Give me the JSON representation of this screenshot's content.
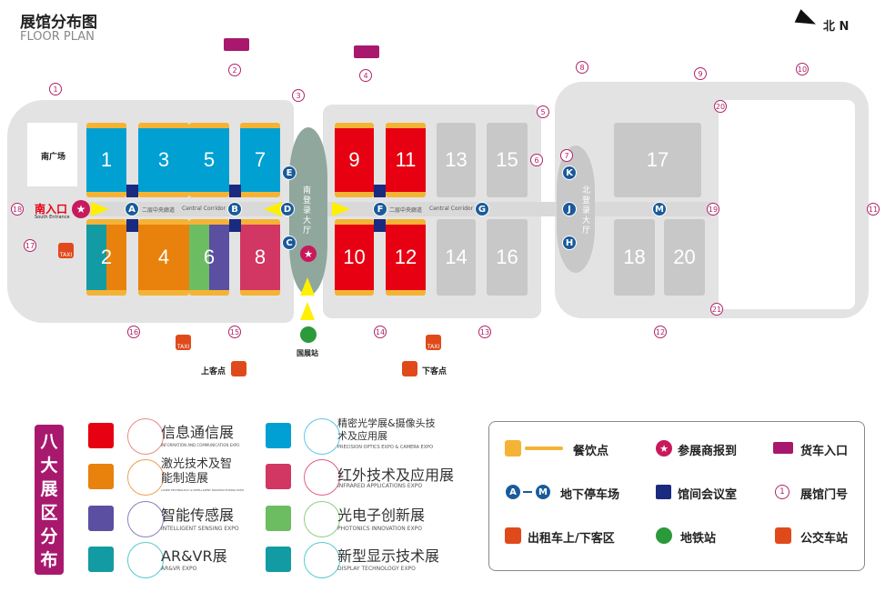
{
  "header": {
    "title": "展馆分布图",
    "subtitle": "FLOOR PLAN",
    "compass": "北 N"
  },
  "halls": {
    "h1": "1",
    "h2": "2",
    "h3": "3",
    "h4": "4",
    "h5": "5",
    "h6": "6",
    "h7": "7",
    "h8": "8",
    "h9": "9",
    "h10": "10",
    "h11": "11",
    "h12": "12",
    "h13": "13",
    "h14": "14",
    "h15": "15",
    "h16": "16",
    "h17": "17",
    "h18": "18",
    "h20": "20"
  },
  "places": {
    "south_plaza": "南广场",
    "south_entrance": "南入口",
    "south_entrance_en": "South Entrance",
    "south_lobby": "南登录大厅",
    "north_lobby": "北登录大厅",
    "corridor_cn": "二层中央廊道",
    "corridor_en": "Central Corridor",
    "metro_station": "国展站",
    "pickup": "上客点",
    "dropoff": "下客点",
    "taxi": "TAXI"
  },
  "parking": [
    "A",
    "B",
    "C",
    "D",
    "E",
    "F",
    "G",
    "H",
    "J",
    "K",
    "M"
  ],
  "gates": [
    "1",
    "2",
    "3",
    "4",
    "5",
    "6",
    "7",
    "8",
    "9",
    "10",
    "11",
    "12",
    "13",
    "14",
    "15",
    "16",
    "17",
    "18",
    "19",
    "20",
    "21"
  ],
  "zones_title": "八大展区分布",
  "zones": [
    {
      "cn": "信息通信展",
      "en": "INFORMATION AND COMMUNICATION EXPO",
      "color": "#e60012"
    },
    {
      "cn": "激光技术及智能制造展",
      "en": "LASER TECHNOLOGY & INTELLIGENT MANUFACTURING EXPO",
      "color": "#e8820c"
    },
    {
      "cn": "智能传感展",
      "en": "INTELLIGENT SENSING EXPO",
      "color": "#5a4fa0"
    },
    {
      "cn": "AR&VR展",
      "en": "AR&VR EXPO",
      "color": "#139ba3"
    },
    {
      "cn": "精密光学展&摄像头技术及应用展",
      "en": "PRECISION OPTICS EXPO & CAMERA EXPO",
      "color": "#00a0d3"
    },
    {
      "cn": "红外技术及应用展",
      "en": "INFRARED APPLICATIONS EXPO",
      "color": "#d23663"
    },
    {
      "cn": "光电子创新展",
      "en": "PHOTONICS INNOVATION EXPO",
      "color": "#6cbd62"
    },
    {
      "cn": "新型显示技术展",
      "en": "DISPLAY TECHNOLOGY EXPO",
      "color": "#139ba3"
    }
  ],
  "legend": {
    "dining": "餐饮点",
    "registration": "参展商报到",
    "truck": "货车入口",
    "parking": "地下停车场",
    "parking_from": "A",
    "parking_to": "M",
    "meeting": "馆间会议室",
    "gate": "展馆门号",
    "gate_sample": "1",
    "taxi": "出租车上/下客区",
    "metro": "地铁站",
    "bus": "公交车站"
  }
}
